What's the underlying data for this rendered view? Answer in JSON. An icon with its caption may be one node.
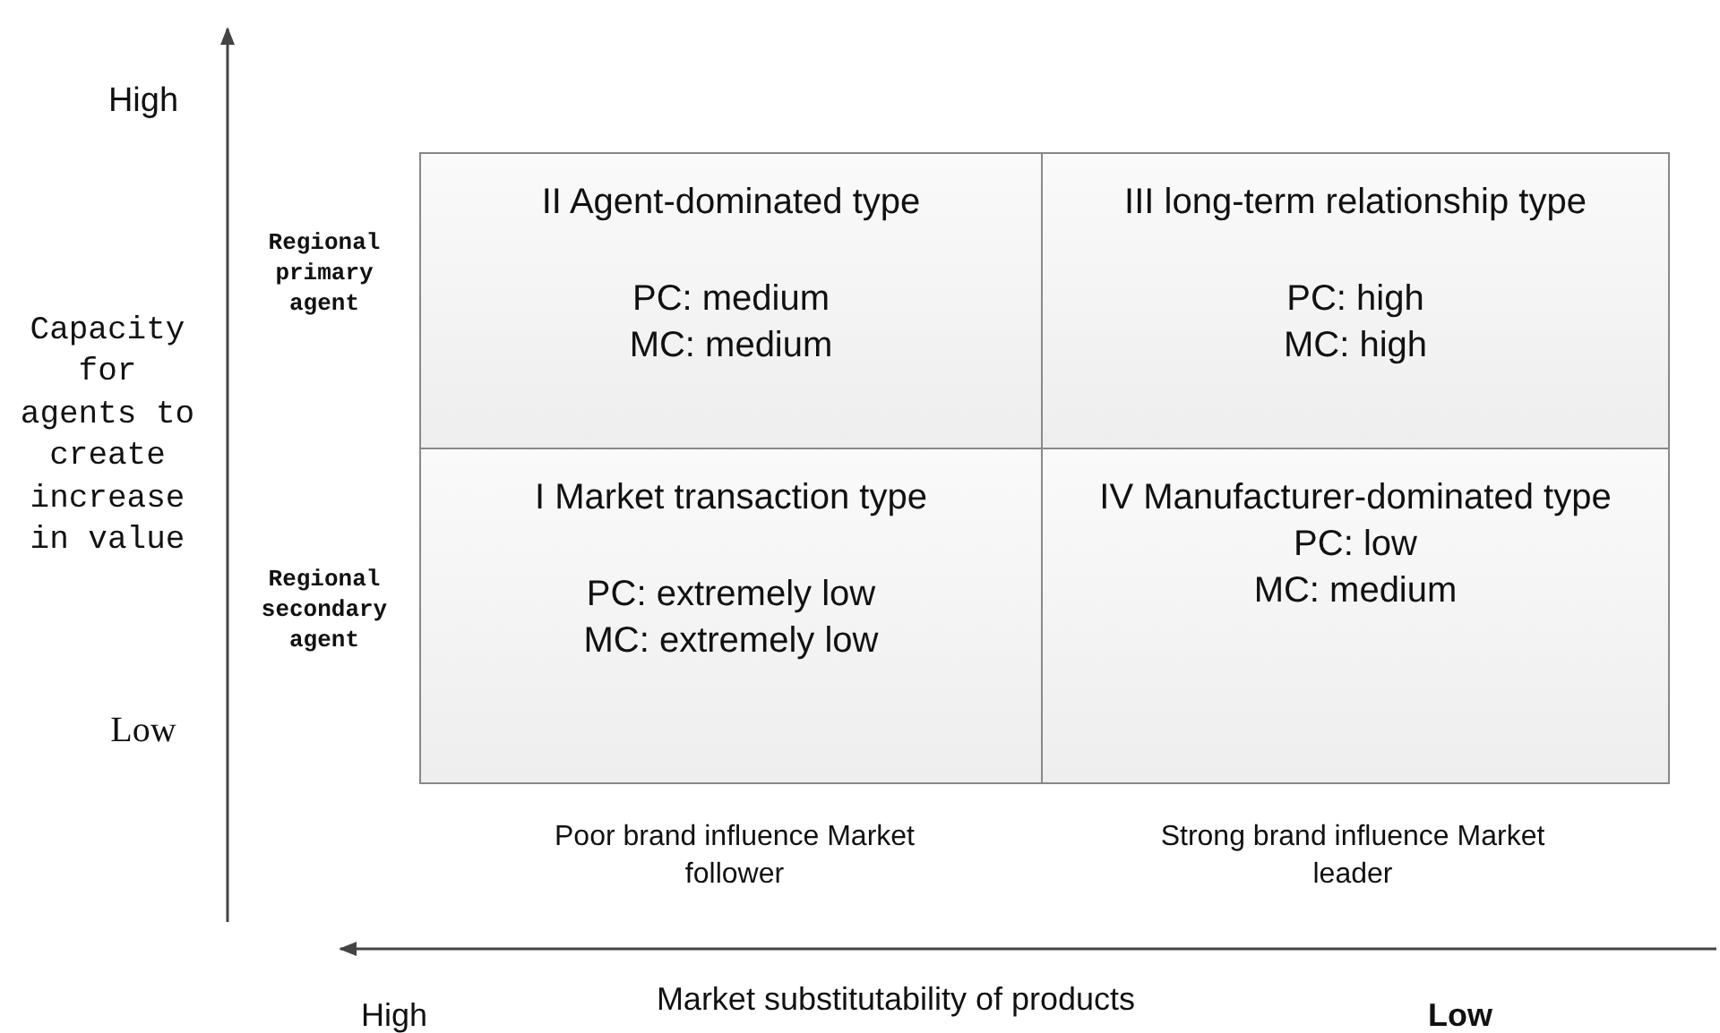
{
  "diagram": {
    "nodes": [
      {
        "text": [
          "II Agent-dominated type",
          "PC: medium",
          "MC: medium"
        ]
      },
      {
        "text": [
          "III long-term relationship type",
          "PC: high",
          "MC: high"
        ]
      },
      {
        "text": [
          "I Market transaction type",
          "PC: extremely low",
          "MC: extremely low"
        ]
      },
      {
        "text": [
          "IV Manufacturer-dominated type",
          "PC: low",
          "MC: medium"
        ]
      }
    ],
    "edges": [],
    "labels": [
      "High",
      "Regional primary agent",
      "Capacity for agents to create increase in value",
      "Regional secondary agent",
      "Low",
      "Poor brand influence Market follower",
      "Strong brand influence Market leader",
      "High",
      "Market substitutability of products",
      "Low"
    ]
  }
}
